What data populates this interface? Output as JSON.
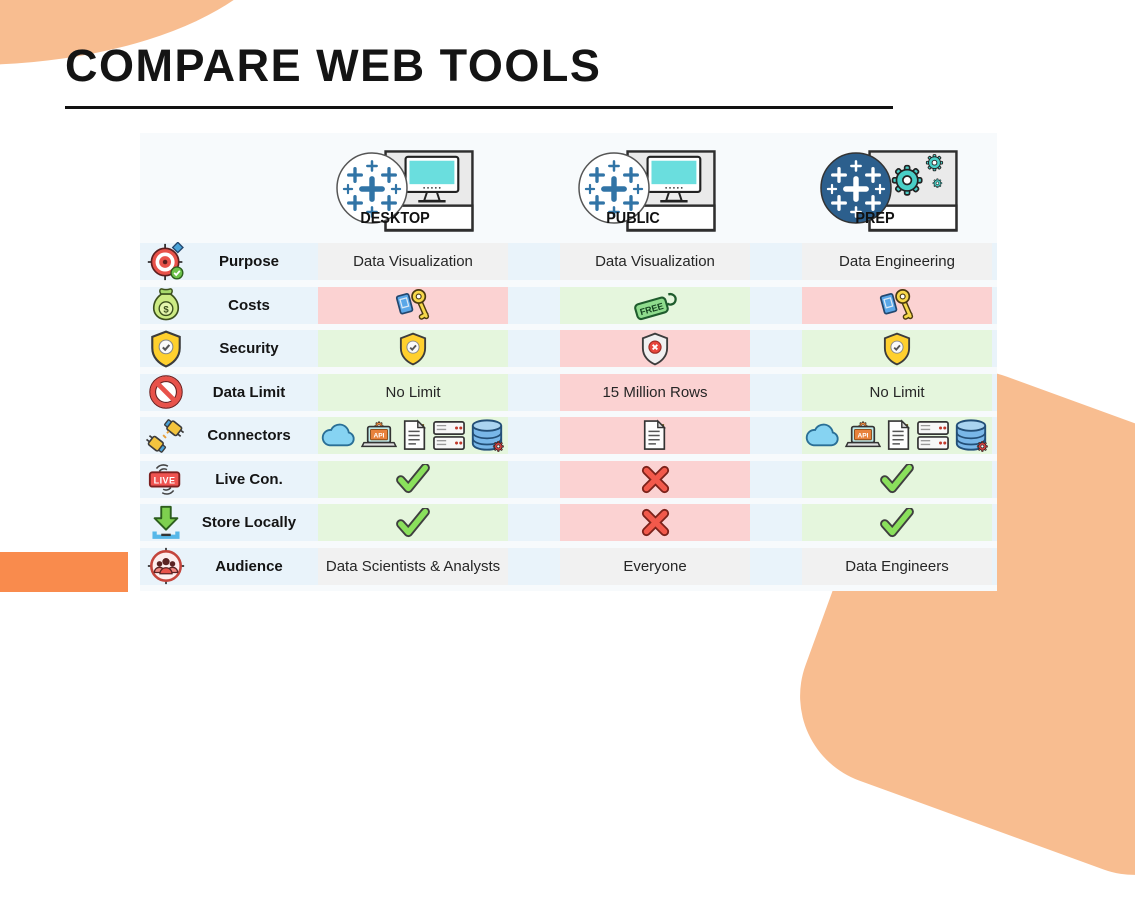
{
  "page": {
    "title": "COMPARE WEB TOOLS"
  },
  "colors": {
    "peach_shape": "#F8BD90",
    "orange_bar": "#F98B4D",
    "row_strip_blue": "#E9F3FA",
    "cell_gray": "#F1F1F1",
    "cell_green": "#E5F6DD",
    "cell_pink": "#FBD2D2",
    "tableau_blue": "#3174A6",
    "tableau_dark_blue": "#2C5F8D",
    "check_green": "#8AE05C",
    "cross_red": "#F2594B"
  },
  "columns": [
    {
      "badge_label": "DESKTOP",
      "logo_icon": "tableau-logo-light-icon",
      "badge_icon": "monitor-icon"
    },
    {
      "badge_label": "PUBLIC",
      "logo_icon": "tableau-logo-light-icon",
      "badge_icon": "monitor-icon"
    },
    {
      "badge_label": "PREP",
      "logo_icon": "tableau-logo-dark-icon",
      "badge_icon": "gears-icon"
    }
  ],
  "rows": [
    {
      "label": "Purpose",
      "icon": "target-icon",
      "cells": [
        {
          "tone": "gray",
          "type": "text",
          "value": "Data Visualization"
        },
        {
          "tone": "gray",
          "type": "text",
          "value": "Data Visualization"
        },
        {
          "tone": "gray",
          "type": "text",
          "value": "Data Engineering"
        }
      ]
    },
    {
      "label": "Costs",
      "icon": "money-bag-icon",
      "cells": [
        {
          "tone": "pink",
          "type": "icon",
          "icon": "paid-key-icon"
        },
        {
          "tone": "green",
          "type": "icon",
          "icon": "free-tag-icon",
          "icon_text": "FREE"
        },
        {
          "tone": "pink",
          "type": "icon",
          "icon": "paid-key-icon"
        }
      ]
    },
    {
      "label": "Security",
      "icon": "shield-icon",
      "cells": [
        {
          "tone": "green",
          "type": "icon",
          "icon": "shield-check-icon"
        },
        {
          "tone": "pink",
          "type": "icon",
          "icon": "shield-x-icon"
        },
        {
          "tone": "green",
          "type": "icon",
          "icon": "shield-check-icon"
        }
      ]
    },
    {
      "label": "Data Limit",
      "icon": "no-entry-icon",
      "cells": [
        {
          "tone": "green",
          "type": "text",
          "value": "No Limit"
        },
        {
          "tone": "pink",
          "type": "text",
          "value": "15 Million Rows"
        },
        {
          "tone": "green",
          "type": "text",
          "value": "No Limit"
        }
      ]
    },
    {
      "label": "Connectors",
      "icon": "plugs-icon",
      "cells": [
        {
          "tone": "green",
          "type": "icons",
          "icons": [
            "cloud-icon",
            "api-laptop-icon",
            "file-icon",
            "server-icon",
            "database-icon"
          ]
        },
        {
          "tone": "pink",
          "type": "icons",
          "icons": [
            "file-icon"
          ]
        },
        {
          "tone": "green",
          "type": "icons",
          "icons": [
            "cloud-icon",
            "api-laptop-icon",
            "file-icon",
            "server-icon",
            "database-icon"
          ]
        }
      ]
    },
    {
      "label": "Live Con.",
      "icon": "live-badge-icon",
      "icon_text": "LIVE",
      "cells": [
        {
          "tone": "green",
          "type": "icon",
          "icon": "check-icon"
        },
        {
          "tone": "pink",
          "type": "icon",
          "icon": "x-icon"
        },
        {
          "tone": "green",
          "type": "icon",
          "icon": "check-icon"
        }
      ]
    },
    {
      "label": "Store Locally",
      "icon": "download-tray-icon",
      "cells": [
        {
          "tone": "green",
          "type": "icon",
          "icon": "check-icon"
        },
        {
          "tone": "pink",
          "type": "icon",
          "icon": "x-icon"
        },
        {
          "tone": "green",
          "type": "icon",
          "icon": "check-icon"
        }
      ]
    },
    {
      "label": "Audience",
      "icon": "audience-icon",
      "cells": [
        {
          "tone": "gray",
          "type": "text",
          "value": "Data Scientists & Analysts"
        },
        {
          "tone": "gray",
          "type": "text",
          "value": "Everyone"
        },
        {
          "tone": "gray",
          "type": "text",
          "value": "Data Engineers"
        }
      ]
    }
  ]
}
